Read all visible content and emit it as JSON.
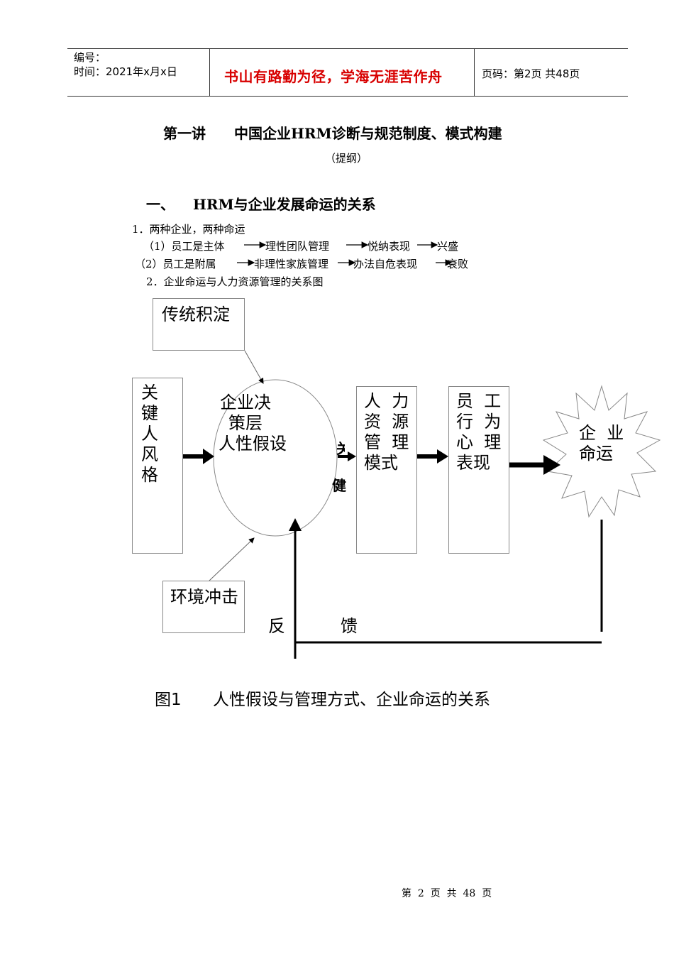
{
  "header": {
    "number_label": "编号：",
    "time_label": "时间：2021年x月x日",
    "motto": "书山有路勤为径，学海无涯苦作舟",
    "page_info": "页码：第2页  共48页"
  },
  "document": {
    "title_part1": "第一讲",
    "title_part2": "中国企业HRM诊断与规范制度、模式构建",
    "subtitle": "（提纲）",
    "section_number": "一、",
    "section_title": "HRM与企业发展命运的关系",
    "item1_title": "1．两种企业，两种命运",
    "item1_line1": "（1）员工是主体",
    "item1_line1_b": "理性团队管理",
    "item1_line1_c": "悦纳表现",
    "item1_line1_d": "兴盛",
    "item1_line2": "（2）员工是附属",
    "item1_line2_b": "非理性家族管理",
    "item1_line2_c": "办法自危表现",
    "item1_line2_d": "衰败",
    "item2_title": "2．企业命运与人力资源管理的关系图"
  },
  "diagram": {
    "tradition": "传统积淀",
    "key_person": [
      "关",
      "键",
      "人",
      "风",
      "格"
    ],
    "decision_line1": "企业决",
    "decision_line2": "策层",
    "decision_line3": "人性假设",
    "fragment1": "关",
    "fragment2": "健",
    "hr_row1": "人  力",
    "hr_row2": "资  源",
    "hr_row3": "管  理",
    "hr_row4": "模式",
    "emp_row1": "员  工",
    "emp_row2": "行  为",
    "emp_row3": "心  理",
    "emp_row4": "表现",
    "fate_row1": "企  业",
    "fate_row2": "命运",
    "environment": "环境冲击",
    "feedback_1": "反",
    "feedback_2": "馈"
  },
  "caption": {
    "label": "图1",
    "text": "人性假设与管理方式、企业命运的关系"
  },
  "footer": {
    "page": "第  2  页  共  48  页"
  }
}
